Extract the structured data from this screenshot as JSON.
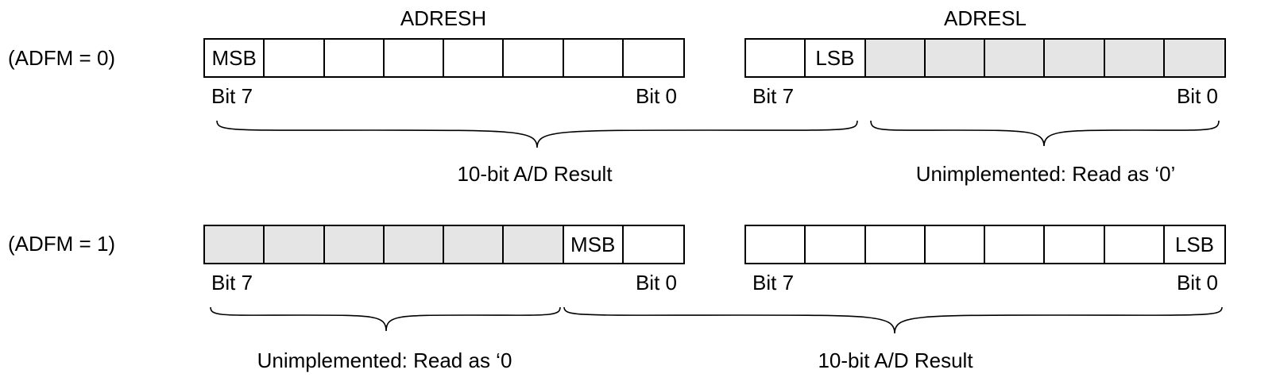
{
  "registers": {
    "high_label": "ADRESH",
    "low_label": "ADRESL"
  },
  "rows": [
    {
      "mode_label": "(ADFM = 0)",
      "high_bits": [
        {
          "text": "MSB",
          "shaded": false
        },
        {
          "text": "",
          "shaded": false
        },
        {
          "text": "",
          "shaded": false
        },
        {
          "text": "",
          "shaded": false
        },
        {
          "text": "",
          "shaded": false
        },
        {
          "text": "",
          "shaded": false
        },
        {
          "text": "",
          "shaded": false
        },
        {
          "text": "",
          "shaded": false
        }
      ],
      "low_bits": [
        {
          "text": "",
          "shaded": false
        },
        {
          "text": "LSB",
          "shaded": false
        },
        {
          "text": "",
          "shaded": true
        },
        {
          "text": "",
          "shaded": true
        },
        {
          "text": "",
          "shaded": true
        },
        {
          "text": "",
          "shaded": true
        },
        {
          "text": "",
          "shaded": true
        },
        {
          "text": "",
          "shaded": true
        }
      ],
      "bit_labels": {
        "high_left": "Bit 7",
        "high_right": "Bit 0",
        "low_left": "Bit 7",
        "low_right": "Bit 0"
      },
      "brace_labels": {
        "left": "10-bit A/D Result",
        "right": "Unimplemented: Read as ‘0’"
      }
    },
    {
      "mode_label": "(ADFM = 1)",
      "high_bits": [
        {
          "text": "",
          "shaded": true
        },
        {
          "text": "",
          "shaded": true
        },
        {
          "text": "",
          "shaded": true
        },
        {
          "text": "",
          "shaded": true
        },
        {
          "text": "",
          "shaded": true
        },
        {
          "text": "",
          "shaded": true
        },
        {
          "text": "MSB",
          "shaded": false
        },
        {
          "text": "",
          "shaded": false
        }
      ],
      "low_bits": [
        {
          "text": "",
          "shaded": false
        },
        {
          "text": "",
          "shaded": false
        },
        {
          "text": "",
          "shaded": false
        },
        {
          "text": "",
          "shaded": false
        },
        {
          "text": "",
          "shaded": false
        },
        {
          "text": "",
          "shaded": false
        },
        {
          "text": "",
          "shaded": false
        },
        {
          "text": "LSB",
          "shaded": false
        }
      ],
      "bit_labels": {
        "high_left": "Bit 7",
        "high_right": "Bit 0",
        "low_left": "Bit 7",
        "low_right": "Bit 0"
      },
      "brace_labels": {
        "left": "Unimplemented: Read as ‘0",
        "right": "10-bit A/D Result"
      }
    }
  ]
}
